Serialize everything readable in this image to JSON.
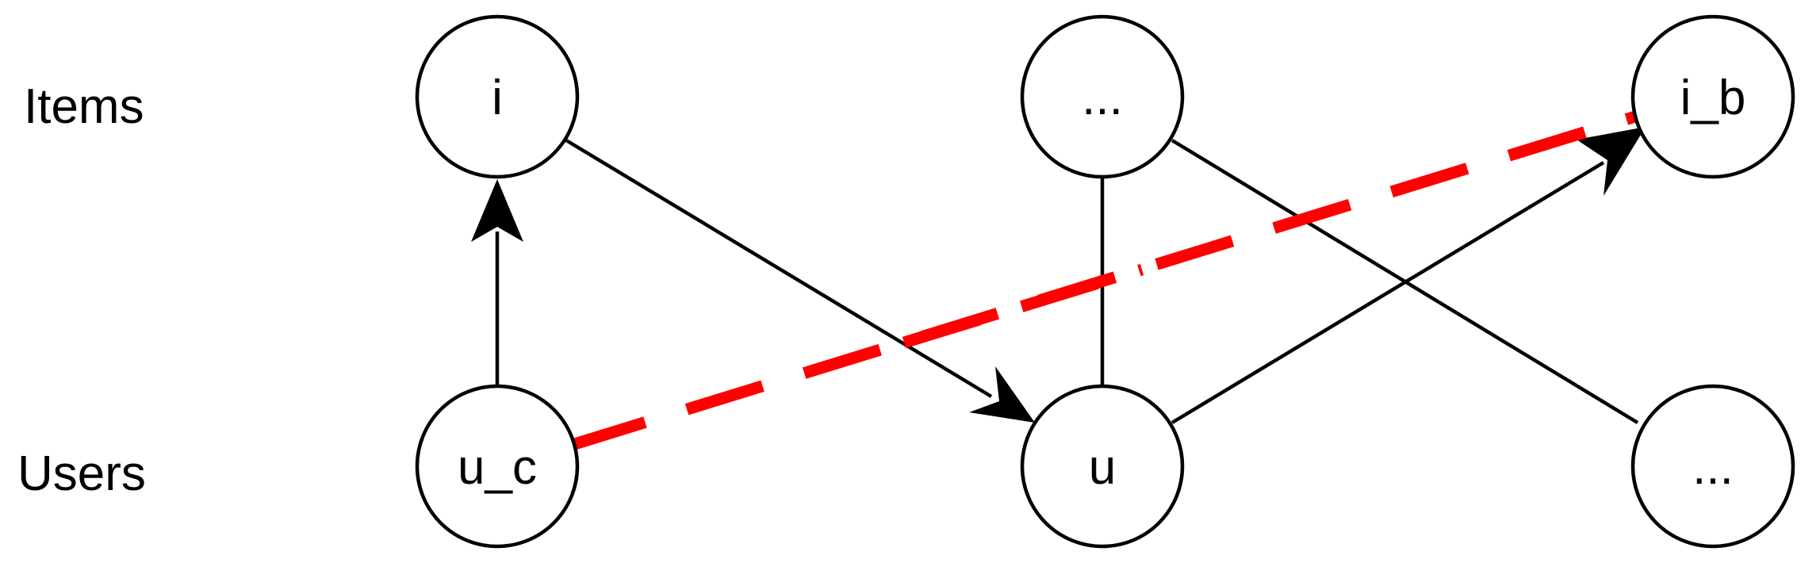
{
  "rows": {
    "items": "Items",
    "users": "Users"
  },
  "nodes": {
    "i": "i",
    "items_mid": "...",
    "i_b": "i_b",
    "u_c": "u_c",
    "u": "u",
    "users_right": "..."
  },
  "colors": {
    "node_stroke": "#000000",
    "edge": "#000000",
    "highlight_edge": "#ff0000",
    "background": "#ffffff"
  }
}
